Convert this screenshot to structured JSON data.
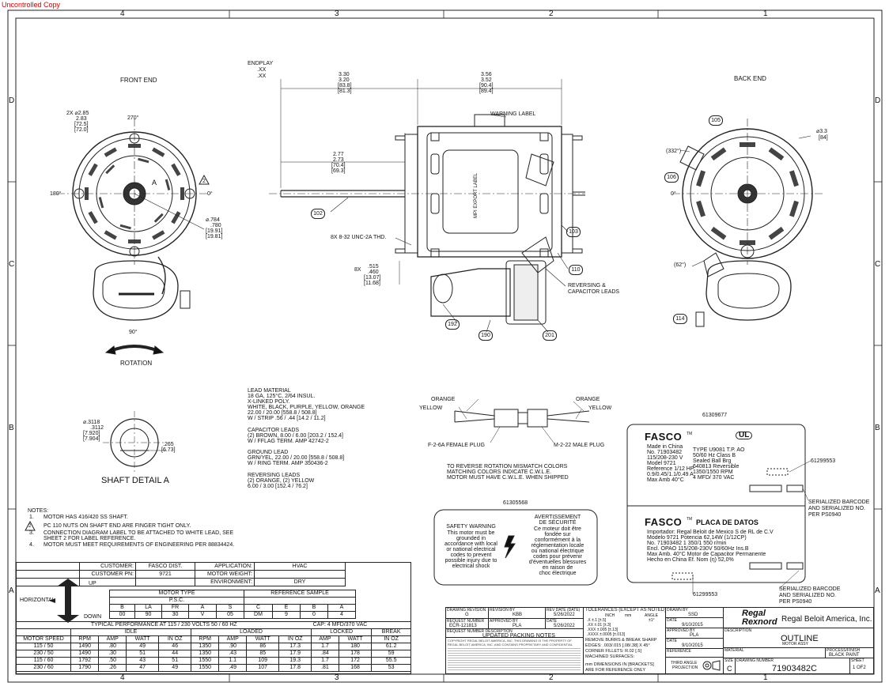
{
  "header": {
    "stamp": "Uncontrolled Copy"
  },
  "zones": {
    "cols": [
      "4",
      "3",
      "2",
      "1"
    ],
    "rows": [
      "D",
      "C",
      "B",
      "A"
    ]
  },
  "views": {
    "front_end": "FRONT END",
    "back_end": "BACK END",
    "rotation": "ROTATION",
    "shaft_detail": "SHAFT DETAIL A",
    "detail_letter": "A"
  },
  "front_dims": {
    "dia_top_a": "2X ⌀2.85",
    "dia_top_b": "2.83",
    "dia_top_c": "[72.5]",
    "dia_top_d": "[72.0]",
    "ang_270": "270°",
    "ang_180": "180°",
    "ang_0": "0°",
    "ang_90": "90°",
    "dia_b_a": "⌀.784",
    "dia_b_b": ".780",
    "dia_b_c": "[19.91]",
    "dia_b_d": "[19.81]",
    "note_flag": "2",
    "shaft_label": "A"
  },
  "side_dims": {
    "endplay_a": "ENDPLAY",
    "endplay_b": ".XX",
    "endplay_c": ".XX",
    "d1a": "3.30",
    "d1b": "3.20",
    "d1c": "[83.8]",
    "d1d": "[81.3]",
    "d2a": "3.56",
    "d2b": "3.52",
    "d2c": "[90.4]",
    "d2d": "[89.4]",
    "d3a": "2.77",
    "d3b": "2.73",
    "d3c": "[70.4]",
    "d3d": "[69.3]",
    "thd": "8X 8-32 UNC-2A THD.",
    "slot_a": "8X",
    "slot_b": ".515",
    "slot_c": ".460",
    "slot_d": "[13.07]",
    "slot_e": "[11.68]",
    "warning_label": "WARNING LABEL",
    "mpi_label": "MPI EXPORT LABEL",
    "rev_leads_a": "REVERSING &",
    "rev_leads_b": "CAPACITOR LEADS"
  },
  "balloons": [
    "102",
    "103",
    "110",
    "192",
    "190",
    "201",
    "105",
    "106",
    "114"
  ],
  "back_dims": {
    "dia_a": "⌀3.3",
    "dia_b": "[84]",
    "ang_332": "(332°)",
    "ang_0": "0°",
    "ang_62": "(62°)"
  },
  "shaft_dims": {
    "d1": "⌀.3118",
    "d2": ".3112",
    "d3": "[7.920]",
    "d4": "[7.904]",
    "d5": ".265",
    "d6": "[6.73]"
  },
  "leads": [
    "LEAD MATERIAL",
    "18 GA, 125°C, 2/64 INSUL.",
    "X-LINKED POLY.",
    "WHITE, BLACK, PURPLE, YELLOW, ORANGE",
    "22.00 / 20.00 [558.8 / 508.8]",
    "W / STRIP .56 / .44 [14.2 / 11.2]",
    "",
    "CAPACITOR LEADS",
    "(2) BROWN, 8.00 / 6.00 [203.2 / 152.4]",
    "W / FFLAG TERM. AMP 42742-2",
    "",
    "GROUND LEAD",
    "GRN/YEL, 22.00 / 20.00 [558.8 / 508.8]",
    "W / RING TERM. AMP 350436-2",
    "",
    "REVERSING LEADS",
    "(2) ORANGE, (2) YELLOW",
    "6.00 / 3.00 [152.4 / 76.2]"
  ],
  "plug": {
    "orange_l": "ORANGE",
    "yellow_l": "YELLOW",
    "orange_r": "ORANGE",
    "yellow_r": "YELLOW",
    "female": "F-2-6A FEMALE PLUG",
    "male": "M-2-22 MALE PLUG"
  },
  "reverse_note": [
    "TO REVERSE ROTATION MISMATCH COLORS",
    "MATCHING COLORS INDICATE C.W.L.E.",
    "MOTOR MUST HAVE C.W.L.E. WHEN SHIPPED"
  ],
  "warning_label_part": "61305568",
  "safety": {
    "title": "SAFETY WARNING",
    "en": [
      "This motor must be",
      "grounded in",
      "accordance with local",
      "or national electrical",
      "codes to prevent",
      "possible injury due to",
      "electrical shock"
    ],
    "fr_title_a": "AVERTISSEMENT",
    "fr_title_b": "DE SÉCURITÉ",
    "fr": [
      "Ce moteur doit être",
      "fondée sur",
      "conformément à la",
      "réglementation locale",
      "ou national électrique",
      "codes pour prévenir",
      "d'éventuelles blessures",
      "en raison de",
      "choc électrique"
    ]
  },
  "nameplate": {
    "part": "61309677",
    "brand": "FASCO",
    "mark": "TM",
    "left": [
      "Made in China",
      "No. 71903482",
      "115/208-230 V",
      "Model 9721",
      "Reference 1/12 HP",
      "0.9/0.45/1.1/0.49 A",
      "Max Amb 40°C"
    ],
    "mid": [
      "TYPE U9081   T.P.   AO",
      "50/60 Hz        Class B",
      "Sealed Ball Brg",
      "640813        Reversible",
      "1350/1550 RPM",
      "4 MFD/ 370 VAC"
    ],
    "serial_top": "61299553",
    "barcode_note_a": "SERIALIZED BARCODE",
    "barcode_note_b": "AND SERIALIZED NO.",
    "barcode_note_c": "PER PS0940",
    "placa": "PLACA DE DATOS",
    "sp": [
      "Importador: Regal Beloit de Mexico S de RL de C.V",
      "Modelo 9721                Potencia 62,14W (1/12CP)",
      "No. 71903482               1 350/1 550 r/min",
      "Encl. OPAO                 115/208-230V  50/60Hz  Ins.B",
      "Max Amb. 40°C              Motor de Capacitor Permanente",
      "Hecho en China             Ef. Nom (η) 52,0%"
    ],
    "serial_bot": "61299553",
    "barcode2_a": "SERIALIZED BARCODE",
    "barcode2_b": "AND SERIALIZED NO.",
    "barcode2_c": "PER PS0940"
  },
  "notes": {
    "title": "NOTES:",
    "items": [
      {
        "n": "1.",
        "t": "MOTOR HAS 416/420 SS SHAFT."
      },
      {
        "n": "2",
        "t": "PC 110 NUTS ON SHAFT END ARE FINGER TIGHT ONLY."
      },
      {
        "n": "3.",
        "t": "CONNECTION DIAGRAM LABEL TO BE ATTACHED TO WHITE LEAD, SEE"
      },
      {
        "n": "",
        "t": "SHEET 2 FOR LABEL REFERENCE."
      },
      {
        "n": "4.",
        "t": "MOTOR MUST MEET REQUIREMENTS OF ENGINEERING PER 88834424."
      }
    ]
  },
  "spec": {
    "customer_lbl": "CUSTOMER:",
    "customer": "FASCO DIST.",
    "application_lbl": "APPLICATION:",
    "application": "HVAC",
    "pn_lbl": "CUSTOMER PN:",
    "pn": "9721",
    "weight_lbl": "MOTOR WEIGHT:",
    "weight": "",
    "env_lbl": "ENVIRONMENT:",
    "env": "DRY",
    "up": "UP",
    "down": "DOWN",
    "horizontal": "HORIZONTAL",
    "motor_type": "MOTOR TYPE",
    "ref_sample": "REFERENCE SAMPLE",
    "psc": "P.S.C.",
    "cols": [
      "B",
      "LA",
      "FR",
      "A",
      "S",
      "C",
      "E",
      "B",
      "A"
    ],
    "vals": [
      "00",
      "90",
      "30",
      "V",
      "05",
      "DM",
      "9",
      "0",
      "4"
    ],
    "perf_title": "TYPICAL PERFORMANCE AT 115 / 230 VOLTS 50 / 60 HZ",
    "cap": "CAP: 4 MFD/370 VAC",
    "groups": [
      "IDLE",
      "LOADED",
      "LOCKED",
      "BREAK"
    ],
    "heads": [
      "MOTOR SPEED",
      "RPM",
      "AMP",
      "WATT",
      "IN OZ",
      "RPM",
      "AMP",
      "WATT",
      "IN OZ",
      "AMP",
      "WATT",
      "IN OZ"
    ],
    "rows": [
      [
        "115 / 50",
        "1490",
        ".80",
        "49",
        "46",
        "1350",
        ".90",
        "86",
        "17.3",
        "1.7",
        "180",
        "61.2"
      ],
      [
        "230 / 50",
        "1490",
        ".30",
        "51",
        "44",
        "1350",
        ".43",
        "85",
        "17.9",
        ".84",
        "178",
        "59"
      ],
      [
        "115 / 60",
        "1792",
        ".50",
        "43",
        "51",
        "1550",
        "1.1",
        "109",
        "19.3",
        "1.7",
        "172",
        "55.5"
      ],
      [
        "230 / 60",
        "1790",
        ".26",
        "47",
        "49",
        "1550",
        ".49",
        "107",
        "17.8",
        ".81",
        "168",
        "53"
      ]
    ]
  },
  "title_block": {
    "drawing_rev_lbl": "DRAWING REVISION",
    "drawing_rev": "G",
    "revision_by_lbl": "REVISION BY",
    "revision_by": "KBB",
    "rev_date_lbl": "REV DATE (DATE)",
    "rev_date": "5/26/2022",
    "req_num_lbl": "REQUEST NUMBER",
    "req_num": "ECR-121813",
    "approved_lbl": "APPROVED BY",
    "approved": "PLA",
    "date_lbl": "DATE",
    "date": "5/26/2022",
    "req_desc_lbl": "REQUEST NUMBER DESCRIPTION",
    "req_desc": "UPDATED PACKING NOTES",
    "tol_title": "TOLERANCES (EXCEPT AS NOTED)",
    "tol_lines": [
      ".X     ±.1      [±.5]",
      ".XX    ±.01     [±.3]",
      ".XXX   ±.005    [±.13]",
      ".XXXX  ±.0005   [±.013]"
    ],
    "tol_inch": "INCH",
    "tol_mm": "mm",
    "tol_angle": "ANGLE",
    "tol_angle_v": "±1°",
    "burrs": "REMOVE BURRS & BREAK SHARP",
    "edges": "EDGES: .003/.015 [.08/.38] X 45°",
    "corner": "CORNER FILLETS: R.02 [.5]",
    "machined": "MACHINED SURFACES:",
    "mm_note_a": "mm DIMENSIONS IN [BRACKETS]",
    "mm_note_b": "ARE FOR REFERENCE ONLY",
    "drawn_lbl": "DRAWN BY",
    "drawn": "SSD",
    "date2_lbl": "DATE",
    "date2": "9/10/2015",
    "appr2_lbl": "APPROVED BY",
    "appr2": "PLA",
    "date3_lbl": "DATE",
    "date3": "9/10/2015",
    "ref_lbl": "REFERENCE",
    "angle_lbl_a": "THIRD ANGLE",
    "angle_lbl_b": "PROJECTION",
    "logo_a": "Regal",
    "logo_b": "Rexnord",
    "company": "Regal Beloit America, Inc.",
    "desc_lbl": "DESCRIPTION",
    "desc": "OUTLINE",
    "desc2": "MOTOR ASSY",
    "material_lbl": "MATERIAL",
    "finish_lbl": "PROCESS/FINISH",
    "finish": "BLACK PAINT",
    "size_lbl": "SIZE",
    "size": "C",
    "dwg_lbl": "DRAWING NUMBER",
    "dwg": "71903482C",
    "sheet_lbl": "SHEET",
    "sheet": "1 OF2",
    "legal": "COPYRIGHT REGAL BELOIT AMERICA, INC. THIS DRAWING IS THE PROPERTY OF REGAL BELOIT AMERICA, INC. AND CONTAINS PROPRIETARY AND CONFIDENTIAL INFORMATION."
  }
}
